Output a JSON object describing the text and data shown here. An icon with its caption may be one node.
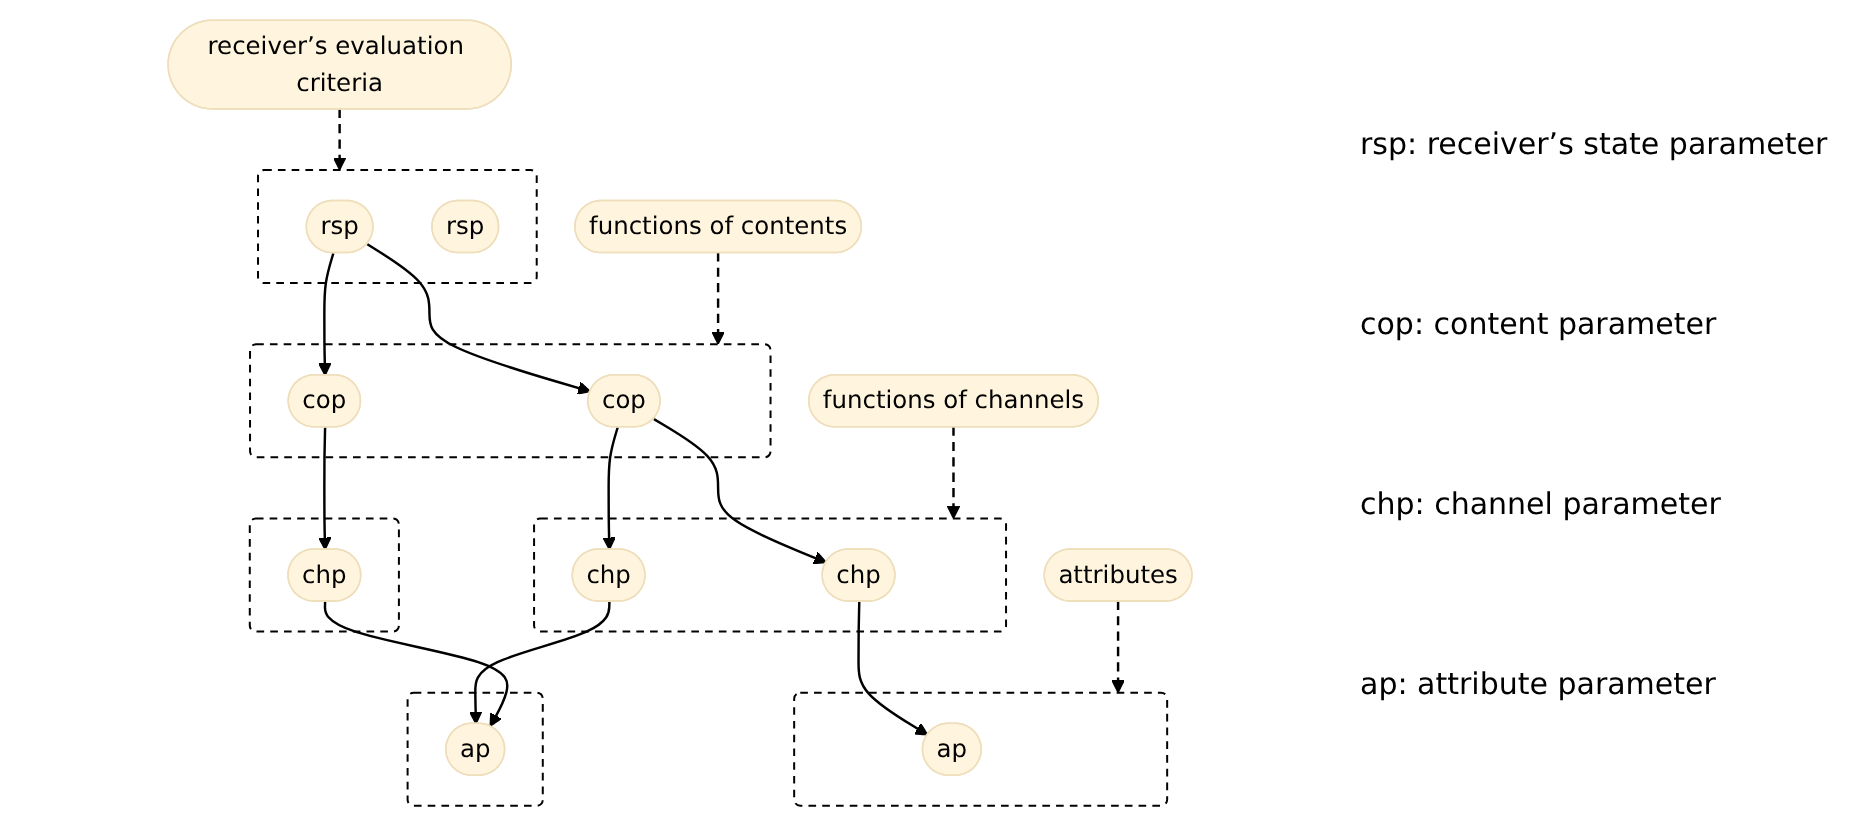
{
  "diagram": {
    "nodes": [
      {
        "text": [],
        "shape": "box"
      },
      {
        "text": [
          "rsp"
        ],
        "in": 0
      },
      {
        "text": [
          "rsp"
        ],
        "in": 0
      },
      {
        "text": [
          "receiver’s evaluation criteria"
        ]
      },
      {
        "text": [],
        "shape": "box"
      },
      {
        "text": [
          "cop"
        ],
        "in": 4
      },
      {
        "text": [
          "cop"
        ],
        "in": 4
      },
      {
        "text": [
          "functions of contents"
        ]
      },
      {
        "text": [
          "functions of channels"
        ]
      },
      {
        "text": [],
        "shape": "box"
      },
      {
        "text": [
          "chp"
        ],
        "in": 9
      },
      {
        "text": [
          "chp"
        ],
        "in": 9
      },
      {
        "text": [],
        "shape": "box"
      },
      {
        "text": [
          "chp"
        ],
        "in": 12
      },
      {
        "text": [
          "attributes"
        ]
      },
      {
        "text": [],
        "shape": "box"
      },
      {
        "text": [
          "ap"
        ],
        "in": 15
      },
      {
        "text": [],
        "shape": "box"
      },
      {
        "text": [
          "ap"
        ],
        "in": 17
      }
    ],
    "edges": [
      {
        "from": 3,
        "to": 0,
        "arrow": "to",
        "style": "dashed"
      },
      {
        "from": 1,
        "to": 5,
        "arrow": "to"
      },
      {
        "from": 1,
        "to": 6,
        "arrow": "to"
      },
      {
        "from": 7,
        "to": 4,
        "arrow": "to",
        "style": "dashed"
      },
      {
        "from": 5,
        "to": 10,
        "arrow": "to"
      },
      {
        "from": 5,
        "to": 11,
        "arrow": "to"
      },
      {
        "from": 6,
        "to": 13,
        "arrow": "to"
      },
      {
        "from": 8,
        "to": 9,
        "arrow": "to",
        "style": "dashed"
      },
      {
        "from": 10,
        "to": 16,
        "arrow": "to"
      },
      {
        "from": 11,
        "to": 18,
        "arrow": "to"
      },
      {
        "from": 13,
        "to": 18,
        "arrow": "to"
      },
      {
        "from": 14,
        "to": 15,
        "arrow": "to",
        "style": "dashed"
      }
    ],
    "labels": [
      "rsp: receiver’s state parameter",
      "cop: content parameter",
      "chp: channel parameter",
      "ap: attribute parameter"
    ]
  }
}
